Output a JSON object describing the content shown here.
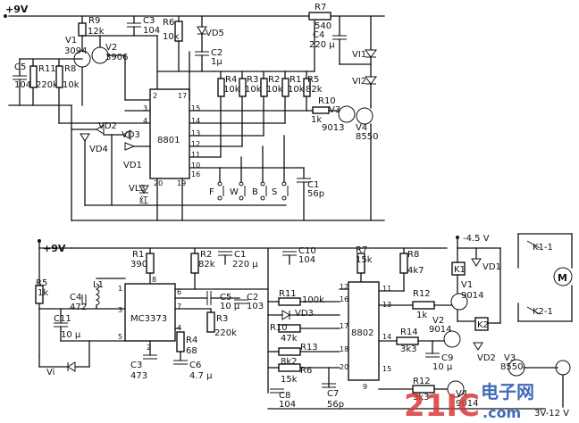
{
  "top_circuit": {
    "supply": "+9V",
    "ic": "8801",
    "components": {
      "R9": "R9",
      "R9_val": "12k",
      "C3": "C3",
      "C3_val": "104",
      "R6": "R6",
      "R6_val": "10k",
      "VD5": "VD5",
      "R7": "R7",
      "R7_val": "540",
      "C4": "C4",
      "C4_val": "220 μ",
      "V1": "V1",
      "V1_val": "3094",
      "V2": "V2",
      "V2_val": "3906",
      "C2": "C2",
      "C2_val": "1μ",
      "C5": "C5",
      "C5_val": "104",
      "R11": "R11",
      "R11_val": "220k",
      "R8": "R8",
      "R8_val": "10k",
      "R4": "R4",
      "R4_val": "10k",
      "R3": "R3",
      "R3_val": "10k",
      "R2": "R2",
      "R2_val": "10k",
      "R1": "R1",
      "R1_val": "10k",
      "R5": "R5",
      "R5_val": "82k",
      "R10": "R10",
      "R10_val": "1k",
      "V3": "V3",
      "V3_val": "9013",
      "V4": "V4",
      "V4_val": "8550",
      "VI1": "VI1",
      "VI2": "VI2",
      "VD2": "VD2",
      "VD3": "VD3",
      "VD4": "VD4",
      "VD1": "VD1",
      "VL3": "VL3",
      "hong": "红",
      "C1": "C1",
      "C1_val": "56p",
      "F": "F",
      "W": "W",
      "B": "B",
      "S": "S"
    },
    "pins": {
      "p2": "2",
      "p17": "17",
      "p3": "3",
      "p15": "15",
      "p4": "4",
      "p14": "14",
      "p13": "13",
      "p12": "12",
      "p11": "11",
      "p10": "10",
      "p16": "16",
      "p20": "20",
      "p19": "19"
    }
  },
  "bottom_circuit": {
    "supply": "+9V",
    "ic1": "MC3373",
    "ic2": "8802",
    "components": {
      "R1": "R1",
      "R1_val": "390",
      "R2": "R2",
      "R2_val": "82k",
      "C1": "C1",
      "C1_val": "220 μ",
      "C10": "C10",
      "C10_val": "104",
      "R7": "R7",
      "R7_val": "15k",
      "R8": "R8",
      "R8_val": "4k7",
      "R5": "R5",
      "R5_val": "1k",
      "C4": "C4",
      "C4_val": "472",
      "L1": "L1",
      "C11": "C11",
      "C11_val": "10 μ",
      "C5": "C5",
      "C5_val": "10 μ",
      "C2": "C2",
      "C2_val": "103",
      "R3": "R3",
      "R3_val": "220k",
      "R4": "R4",
      "R4_val": "68",
      "C3": "C3",
      "C3_val": "473",
      "C6": "C6",
      "C6_val": "4.7 μ",
      "Vi": "Vi",
      "R11": "R11",
      "R11_val": "100k",
      "VD3": "VD3",
      "R10": "R10",
      "R10_val": "47k",
      "R13": "R13",
      "R13_val": "8k2",
      "R6": "R6",
      "R6_val": "15k",
      "C8": "C8",
      "C8_val": "104",
      "C7": "C7",
      "C7_val": "56p",
      "R12a": "R12",
      "R12a_val": "1k",
      "R14": "R14",
      "R14_val": "3k3",
      "C9": "C9",
      "C9_val": "10 μ",
      "R12b": "R12",
      "R12b_val": "3k3",
      "V1": "V1",
      "V1_val": "9014",
      "V2": "V2",
      "V2_val": "9014",
      "V3": "V3",
      "V3_val": "8550",
      "V4": "V4",
      "V4_val": "9014",
      "K1": "K1",
      "K2": "K2",
      "K1_1": "K1-1",
      "K2_1": "K2-1",
      "VD1": "VD1",
      "VD2": "VD2",
      "M": "M",
      "neg45": "-4.5 V",
      "v3v12": "3V-12 V"
    },
    "pins": {
      "a8": "8",
      "a1": "1",
      "a2": "2",
      "a3": "3",
      "a4": "4",
      "a5": "5",
      "a6": "6",
      "a7": "7",
      "b12": "12",
      "b16": "16",
      "b17": "17",
      "b18": "18",
      "b20": "20",
      "b11": "11",
      "b13": "13",
      "b14": "14",
      "b15": "15",
      "b9": "9"
    }
  },
  "watermark": {
    "text": "21IC",
    "cn": "电子网",
    "domain": ".com"
  }
}
